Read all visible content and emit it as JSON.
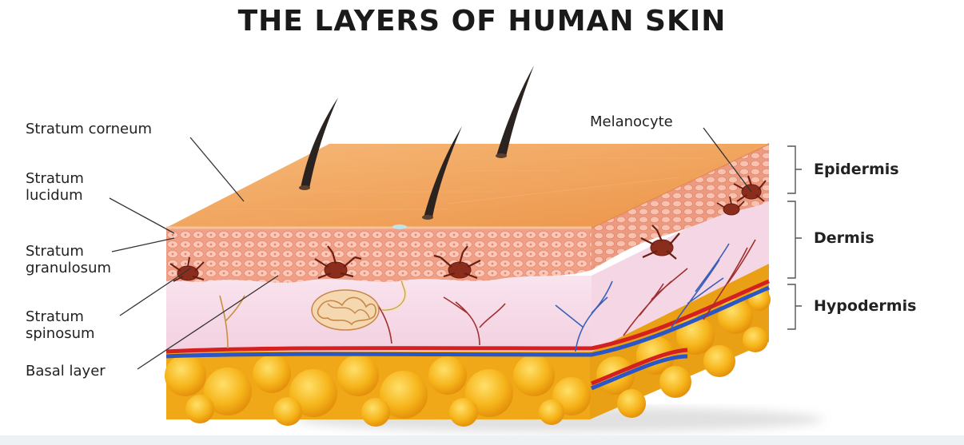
{
  "title": "THE LAYERS OF HUMAN SKIN",
  "labels": {
    "stratum_corneum": "Stratum corneum",
    "stratum_lucidum": "Stratum\nlucidum",
    "stratum_granulosum": "Stratum\ngranulosum",
    "stratum_spinosum": "Stratum\nspinosum",
    "basal_layer": "Basal layer",
    "melanocyte": "Melanocyte"
  },
  "layers": {
    "epidermis": "Epidermis",
    "dermis": "Dermis",
    "hypodermis": "Hypodermis"
  },
  "colors": {
    "surface": "#f0a05a",
    "epidermis_cells": "#f2a98c",
    "dermis": "#f7dde8",
    "fat": "#f5b81c",
    "artery": "#d42020",
    "vein": "#2a56c8",
    "melanocyte": "#8a2d1c",
    "hair": "#2b2320"
  }
}
